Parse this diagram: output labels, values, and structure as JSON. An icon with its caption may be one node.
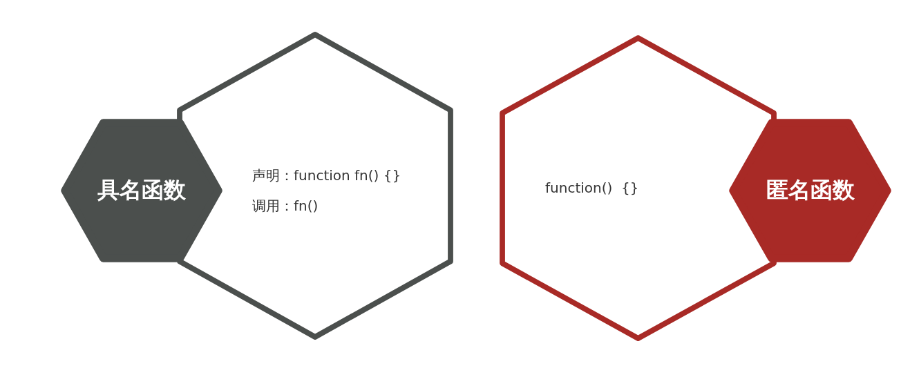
{
  "diagram": {
    "nodes": [
      {
        "text": [
          "具名函数"
        ]
      },
      {
        "text": [
          "声明：function fn() {}",
          "调用：fn()"
        ]
      },
      {
        "text": [
          "function()  {}"
        ]
      },
      {
        "text": [
          "匿名函数"
        ]
      }
    ]
  }
}
